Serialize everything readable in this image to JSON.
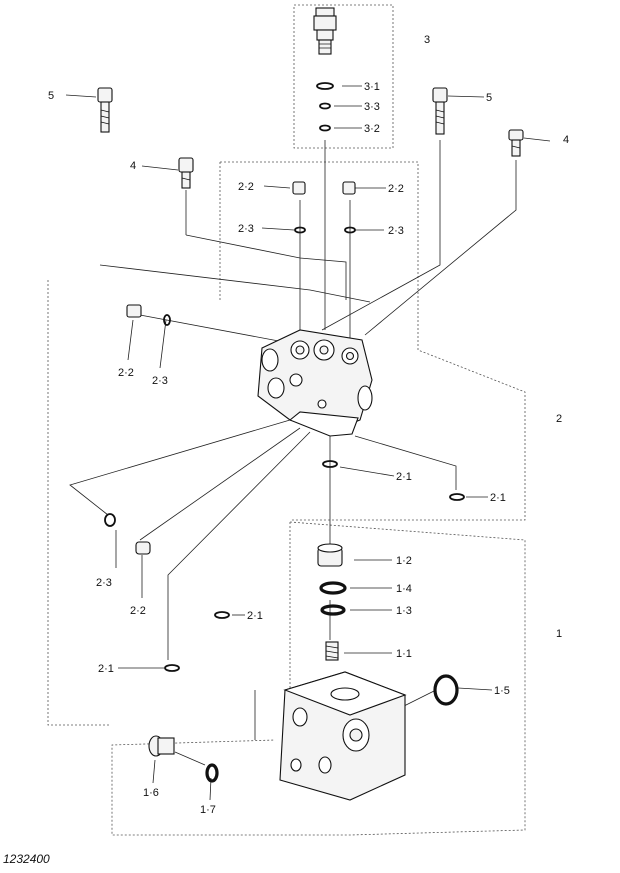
{
  "diagram": {
    "figure_code": "1232400",
    "group_labels": {
      "g1": "1",
      "g2": "2",
      "g3": "3"
    },
    "part_labels": {
      "p3_1": "3·1",
      "p3_3": "3·3",
      "p3_2": "3·2",
      "p5_left": "5",
      "p5_right": "5",
      "p4_left": "4",
      "p4_right": "4",
      "p2_2_a": "2·2",
      "p2_2_b": "2·2",
      "p2_3_a": "2·3",
      "p2_3_b": "2·3",
      "p2_2_c": "2·2",
      "p2_3_c": "2·3",
      "p2_1_a": "2·1",
      "p2_1_b": "2·1",
      "p2_3_d": "2·3",
      "p2_2_d": "2·2",
      "p2_1_c": "2·1",
      "p2_1_d": "2·1",
      "p1_2": "1·2",
      "p1_4": "1·4",
      "p1_3": "1·3",
      "p1_1": "1·1",
      "p1_5": "1·5",
      "p1_6": "1·6",
      "p1_7": "1·7"
    }
  }
}
